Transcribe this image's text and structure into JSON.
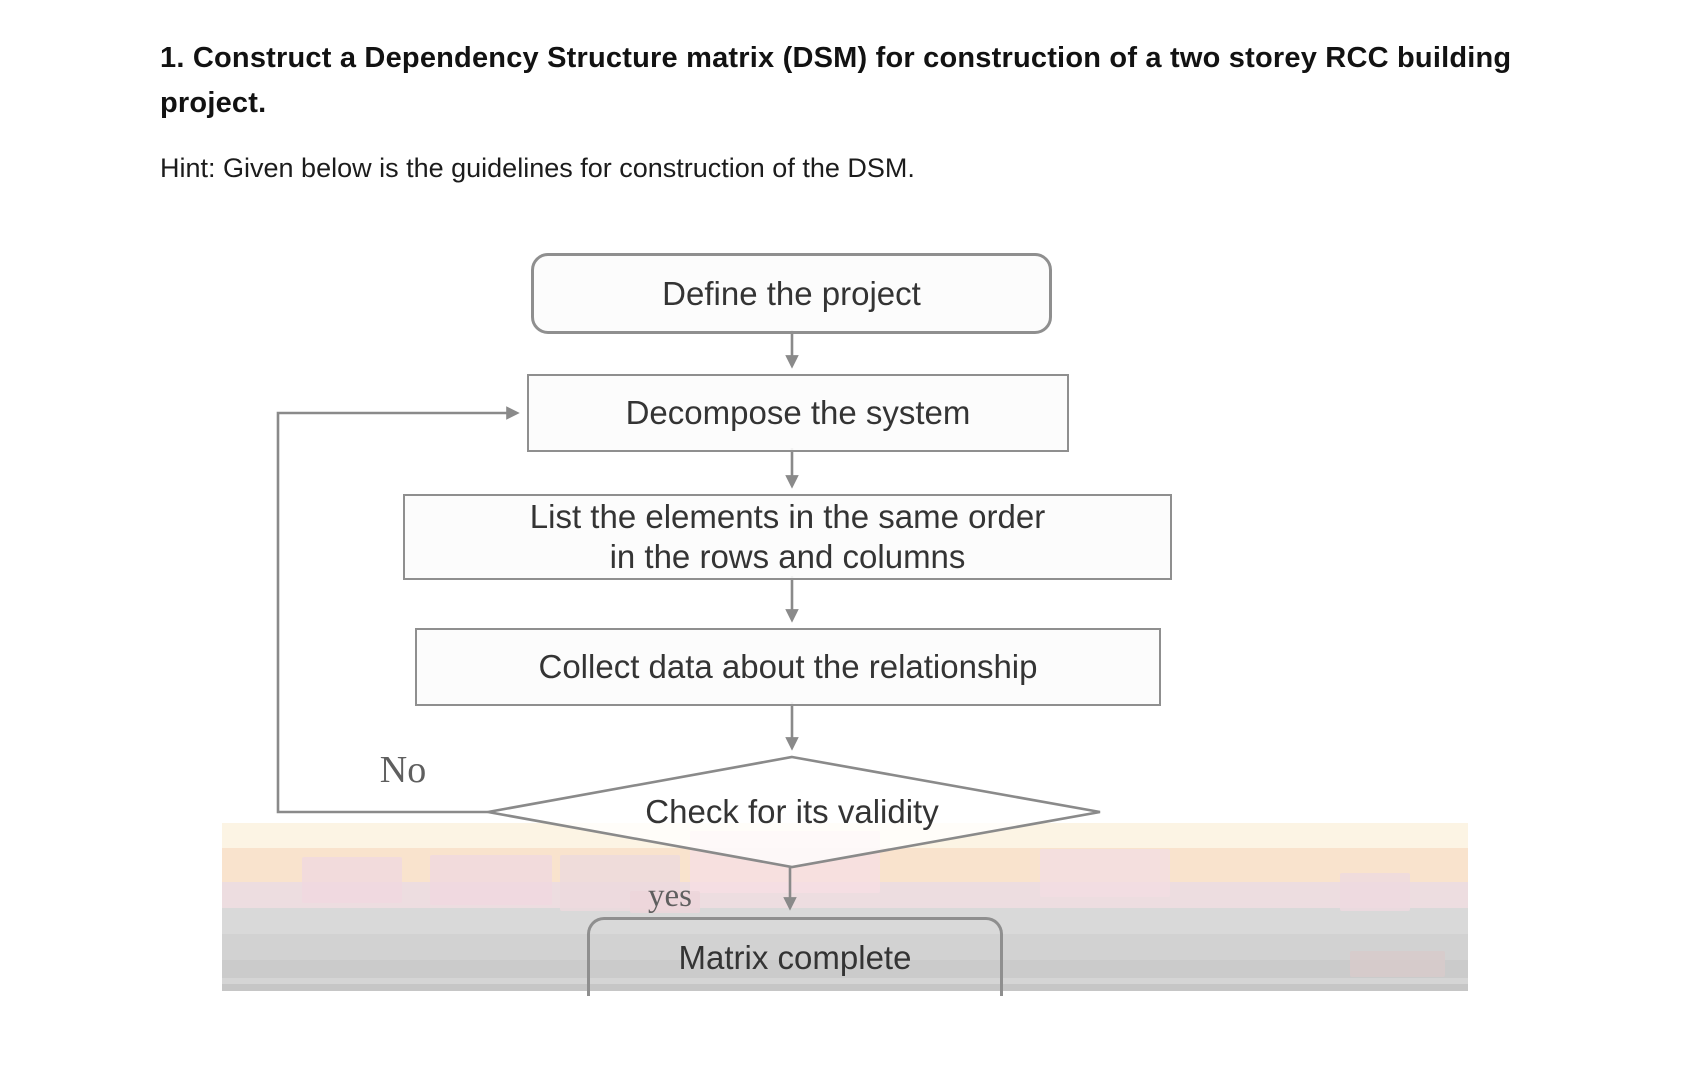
{
  "document": {
    "title": "1. Construct a Dependency Structure matrix (DSM) for construction of a two storey RCC building\nproject.",
    "hint": "Hint: Given below is the guidelines for construction of the DSM."
  },
  "flowchart": {
    "nodes": [
      {
        "id": "define",
        "shape": "rounded-rect",
        "label": "Define the project"
      },
      {
        "id": "decompose",
        "shape": "rect",
        "label": "Decompose the system"
      },
      {
        "id": "list",
        "shape": "rect",
        "label": "List the elements in the same order\nin the rows and columns"
      },
      {
        "id": "collect",
        "shape": "rect",
        "label": "Collect data about the relationship"
      },
      {
        "id": "check",
        "shape": "diamond",
        "label": "Check for its validity"
      },
      {
        "id": "complete",
        "shape": "rounded-rect",
        "label": "Matrix complete"
      }
    ],
    "edges": [
      {
        "from": "define",
        "to": "decompose",
        "label": ""
      },
      {
        "from": "decompose",
        "to": "list",
        "label": ""
      },
      {
        "from": "list",
        "to": "collect",
        "label": ""
      },
      {
        "from": "collect",
        "to": "check",
        "label": ""
      },
      {
        "from": "check",
        "to": "decompose",
        "label": "No"
      },
      {
        "from": "check",
        "to": "complete",
        "label": "yes"
      }
    ],
    "colors": {
      "connector_line": "#8a8a8a",
      "box_border": "#8f8f8f",
      "node_text": "#343434",
      "edge_label_text": "#5f5f5f",
      "band_cream": "#f9e3cd",
      "band_pink": "#eddde0",
      "band_gray": "#d2d2d2"
    }
  }
}
